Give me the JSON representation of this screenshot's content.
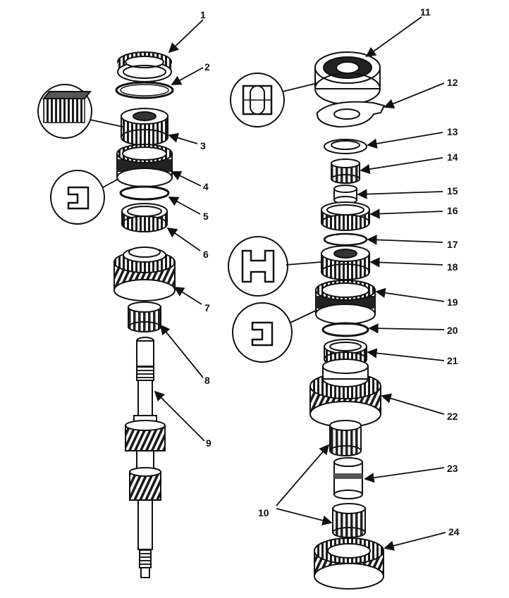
{
  "figure": {
    "callouts": [
      {
        "id": "1",
        "part": "synchronizer-ring"
      },
      {
        "id": "2",
        "part": "snap-ring"
      },
      {
        "id": "3",
        "part": "synchronizer-hub"
      },
      {
        "id": "4",
        "part": "synchronizer-sleeve"
      },
      {
        "id": "5",
        "part": "snap-ring"
      },
      {
        "id": "6",
        "part": "synchronizer-ring"
      },
      {
        "id": "7",
        "part": "helical-gear"
      },
      {
        "id": "8",
        "part": "needle-bearing"
      },
      {
        "id": "9",
        "part": "mainshaft"
      },
      {
        "id": "10",
        "part": "needle-bearings"
      },
      {
        "id": "11",
        "part": "ball-bearing"
      },
      {
        "id": "12",
        "part": "retainer-plate"
      },
      {
        "id": "13",
        "part": "thrust-washer"
      },
      {
        "id": "14",
        "part": "needle-bearing"
      },
      {
        "id": "15",
        "part": "collar"
      },
      {
        "id": "16",
        "part": "synchronizer-ring"
      },
      {
        "id": "17",
        "part": "key-spring"
      },
      {
        "id": "18",
        "part": "synchronizer-hub"
      },
      {
        "id": "19",
        "part": "synchronizer-sleeve"
      },
      {
        "id": "20",
        "part": "snap-ring"
      },
      {
        "id": "21",
        "part": "synchronizer-ring"
      },
      {
        "id": "22",
        "part": "helical-gear"
      },
      {
        "id": "23",
        "part": "collar"
      },
      {
        "id": "24",
        "part": "helical-gear"
      }
    ]
  }
}
